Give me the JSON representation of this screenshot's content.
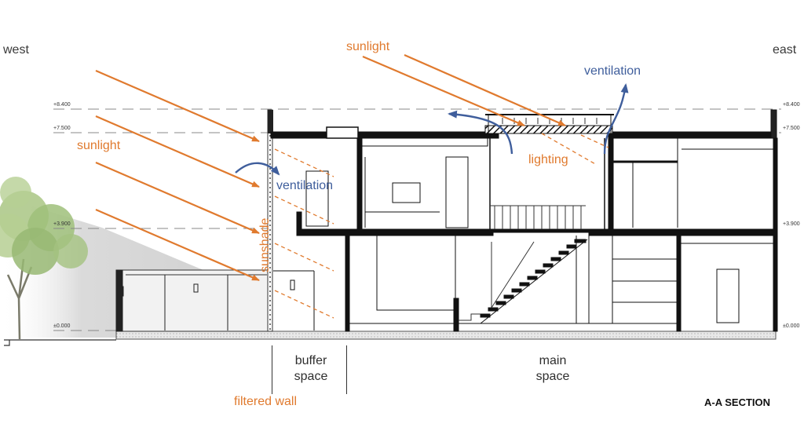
{
  "labels": {
    "west": "west",
    "east": "east",
    "sunlight_top": "sunlight",
    "sunlight_left": "sunlight",
    "ventilation_top": "ventilation",
    "ventilation_left": "ventilation",
    "lighting": "lighting",
    "sunshade": "sunshade",
    "buffer_space_line1": "buffer",
    "buffer_space_line2": "space",
    "main_space_line1": "main",
    "main_space_line2": "space",
    "filtered_wall": "filtered wall",
    "section_title": "A-A SECTION"
  },
  "levels": {
    "left": [
      "+8.400",
      "+7.500",
      "+3.900",
      "±0.000"
    ],
    "right": [
      "+8.400",
      "+7.500",
      "+3.900",
      "±0.000"
    ]
  },
  "colors": {
    "sun": "#e07a2e",
    "air": "#3f5e9c",
    "structure": "#111111",
    "shadow": "#dcdcdc",
    "tree": "#9fbf7a"
  }
}
